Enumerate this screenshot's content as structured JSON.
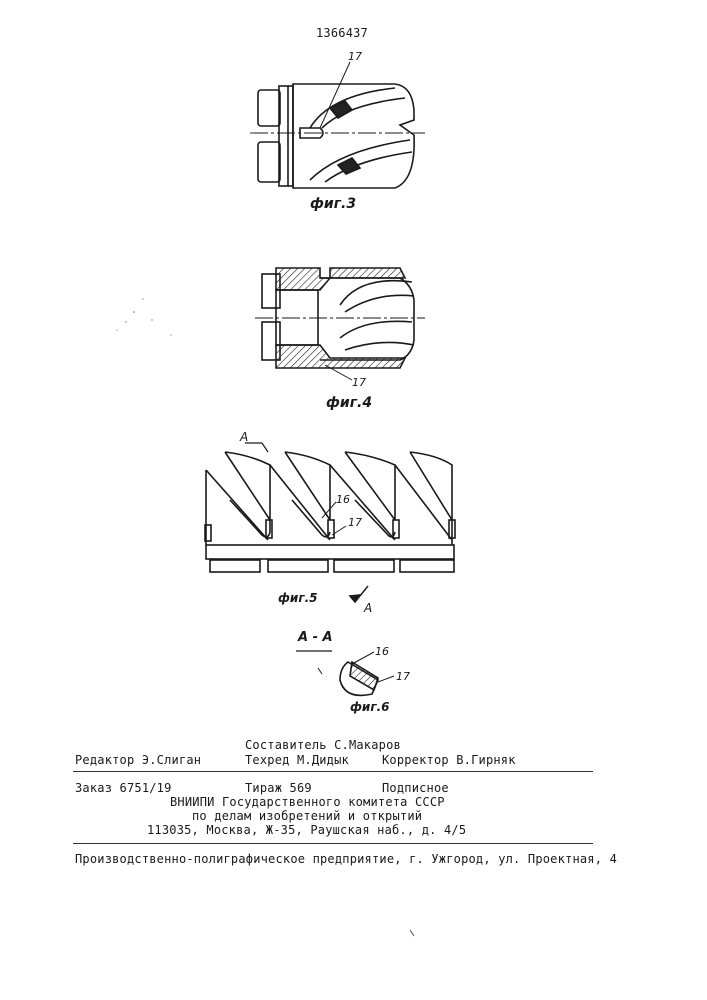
{
  "patent_number": "1366437",
  "figures": {
    "fig3": {
      "caption": "фиг.3",
      "ref_17": "17"
    },
    "fig4": {
      "caption": "фиг.4",
      "ref_17": "17"
    },
    "fig5": {
      "caption": "фиг.5",
      "section_a_top": "A",
      "section_a_bottom": "A",
      "ref_16": "16",
      "ref_17": "17"
    },
    "fig6": {
      "caption": "фиг.6",
      "section_title": "A - A",
      "ref_16": "16",
      "ref_17": "17"
    }
  },
  "colophon": {
    "editor": "Редактор Э.Слиган",
    "compiler": "Составитель С.Макаров",
    "techred": "Техред М.Дидык",
    "corrector": "Корректор В.Гирняк",
    "order": "Заказ 6751/19",
    "circulation": "Тираж 569",
    "subscription": "Подписное",
    "org_line1": "ВНИИПИ Государственного комитета СССР",
    "org_line2": "по делам изобретений и открытий",
    "address": "113035, Москва, Ж-35, Раушская наб., д. 4/5",
    "printer": "Производственно-полиграфическое предприятие, г. Ужгород, ул. Проектная, 4"
  }
}
